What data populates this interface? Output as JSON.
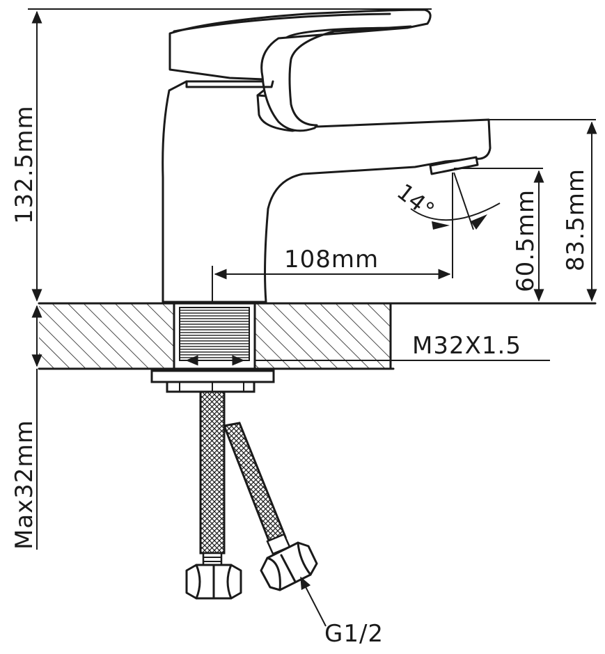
{
  "dimensions": {
    "total_height": "132.5mm",
    "spout_reach": "108mm",
    "spout_height_outlet": "60.5mm",
    "spout_height_top": "83.5mm",
    "spray_angle": "14°",
    "thread": "M32X1.5",
    "max_countertop": "Max32mm",
    "hose_connection": "G1/2"
  }
}
